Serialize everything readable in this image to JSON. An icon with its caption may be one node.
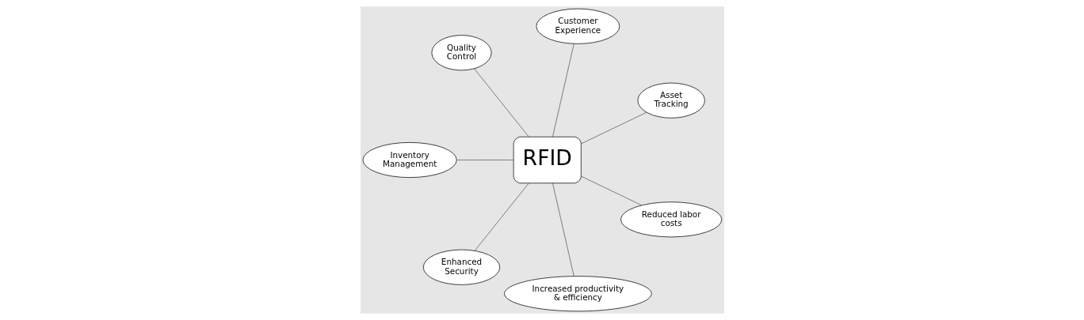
{
  "diagram": {
    "nodes": [
      {
        "text": [
          "Asset Tracking"
        ]
      },
      {
        "text": [
          "Customer Experience"
        ]
      },
      {
        "text": [
          "Quality Control"
        ]
      },
      {
        "text": [
          "Inventory Management"
        ]
      },
      {
        "text": [
          "Enhanced Security"
        ]
      },
      {
        "text": [
          "RFID"
        ]
      },
      {
        "text": [
          "Increased productivity & efficiency"
        ]
      },
      {
        "text": [
          "Reduced labor costs"
        ]
      }
    ],
    "edges": [
      {
        "from": 5,
        "to": 3,
        "arrow": "none"
      },
      {
        "from": 5,
        "to": 0,
        "arrow": "none"
      },
      {
        "from": 5,
        "to": 1,
        "arrow": "none"
      },
      {
        "from": 5,
        "to": 2,
        "arrow": "none"
      },
      {
        "from": 5,
        "to": 4,
        "arrow": "none"
      },
      {
        "from": 5,
        "to": 7,
        "arrow": "none"
      },
      {
        "from": 5,
        "to": 6,
        "arrow": "none"
      }
    ]
  }
}
